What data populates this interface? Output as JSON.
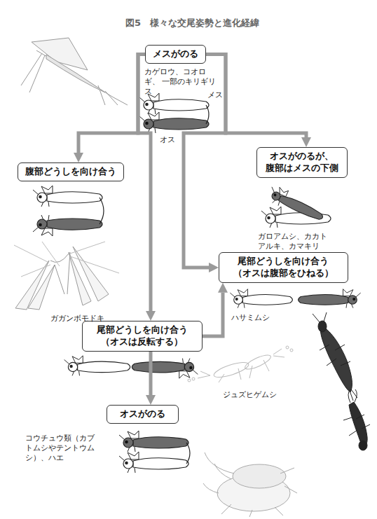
{
  "diagram": {
    "title": "図5　様々な交尾姿勢と進化経緯",
    "nodes": [
      {
        "text": [
          "メスがのる"
        ]
      },
      {
        "text": [
          "腹部どうしを向け合う"
        ]
      },
      {
        "text": [
          "オスがのるが、 腹部はメスの下側"
        ]
      },
      {
        "text": [
          "尾部どうしを向け合う （オスは腹部をひねる）"
        ]
      },
      {
        "text": [
          "尾部どうしを向け合う （オスは反転する）"
        ]
      },
      {
        "text": [
          "オスがのる"
        ]
      }
    ],
    "edges": [
      {
        "from": 0,
        "to": 1,
        "arrow": "to"
      },
      {
        "from": 0,
        "to": 2,
        "arrow": "to"
      },
      {
        "from": 0,
        "to": 3,
        "arrow": "to"
      },
      {
        "from": 0,
        "to": 4,
        "arrow": "to"
      },
      {
        "from": 4,
        "to": 3,
        "arrow": "to"
      },
      {
        "from": 4,
        "to": 5,
        "arrow": "to"
      }
    ],
    "labels": [
      "カゲロウ、コオロギ、 一部のキリギリス",
      "メス",
      "オス",
      "ガガンボモドキ",
      "ガロアムシ、カカトアルキ、カマキリ",
      "ハサミムシ",
      "ジュズヒゲムシ",
      "コウチュウ類（カブトムシやテントウムシ）、ハエ"
    ]
  }
}
